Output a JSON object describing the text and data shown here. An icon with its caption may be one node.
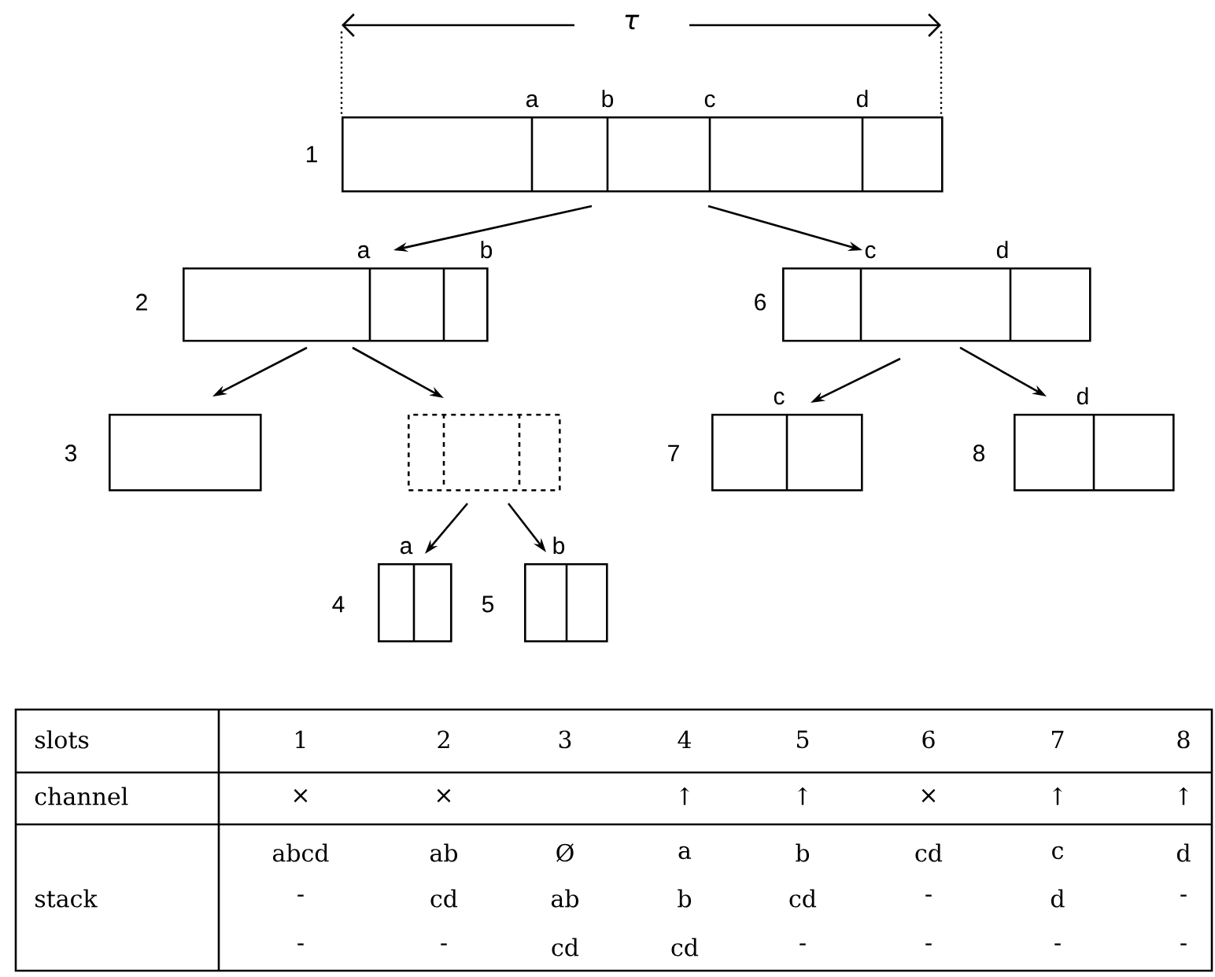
{
  "diagram": {
    "nodes": [
      {
        "text": [
          "1"
        ],
        "beside": [
          "a",
          "b",
          "c",
          "d"
        ]
      },
      {
        "text": [
          "2"
        ],
        "beside": [
          "a",
          "b"
        ]
      },
      {
        "text": [
          "6"
        ],
        "beside": [
          "c",
          "d"
        ]
      },
      {
        "text": [
          "3"
        ]
      },
      {
        "text": [],
        "shape": "box"
      },
      {
        "text": [
          "7"
        ],
        "beside": [
          "c"
        ]
      },
      {
        "text": [
          "8"
        ],
        "beside": [
          "d"
        ]
      },
      {
        "text": [
          "4"
        ],
        "beside": [
          "a"
        ]
      },
      {
        "text": [
          "5"
        ],
        "beside": [
          "b"
        ]
      }
    ],
    "edges": [
      {
        "from": 0,
        "to": 1,
        "arrow": "to"
      },
      {
        "from": 0,
        "to": 2,
        "arrow": "to"
      },
      {
        "from": 1,
        "to": 3,
        "arrow": "to"
      },
      {
        "from": 1,
        "to": 4,
        "arrow": "to"
      },
      {
        "from": 2,
        "to": 5,
        "arrow": "to"
      },
      {
        "from": 2,
        "to": 6,
        "arrow": "to"
      },
      {
        "from": 4,
        "to": 7,
        "arrow": "to"
      },
      {
        "from": 4,
        "to": 8,
        "arrow": "to"
      }
    ],
    "labels": [
      "τ",
      "slots",
      "1",
      "2",
      "3",
      "4",
      "5",
      "6",
      "7",
      "8",
      "channel",
      "×",
      "×",
      "↑",
      "↑",
      "×",
      "↑",
      "↑",
      "abcd",
      "ab",
      "Ø",
      "a",
      "b",
      "cd",
      "c",
      "d",
      "stack",
      "-",
      "cd",
      "ab",
      "b",
      "cd",
      "-",
      "d",
      "-",
      "-",
      "-",
      "cd",
      "cd",
      "-",
      "-",
      "-",
      "-"
    ]
  }
}
